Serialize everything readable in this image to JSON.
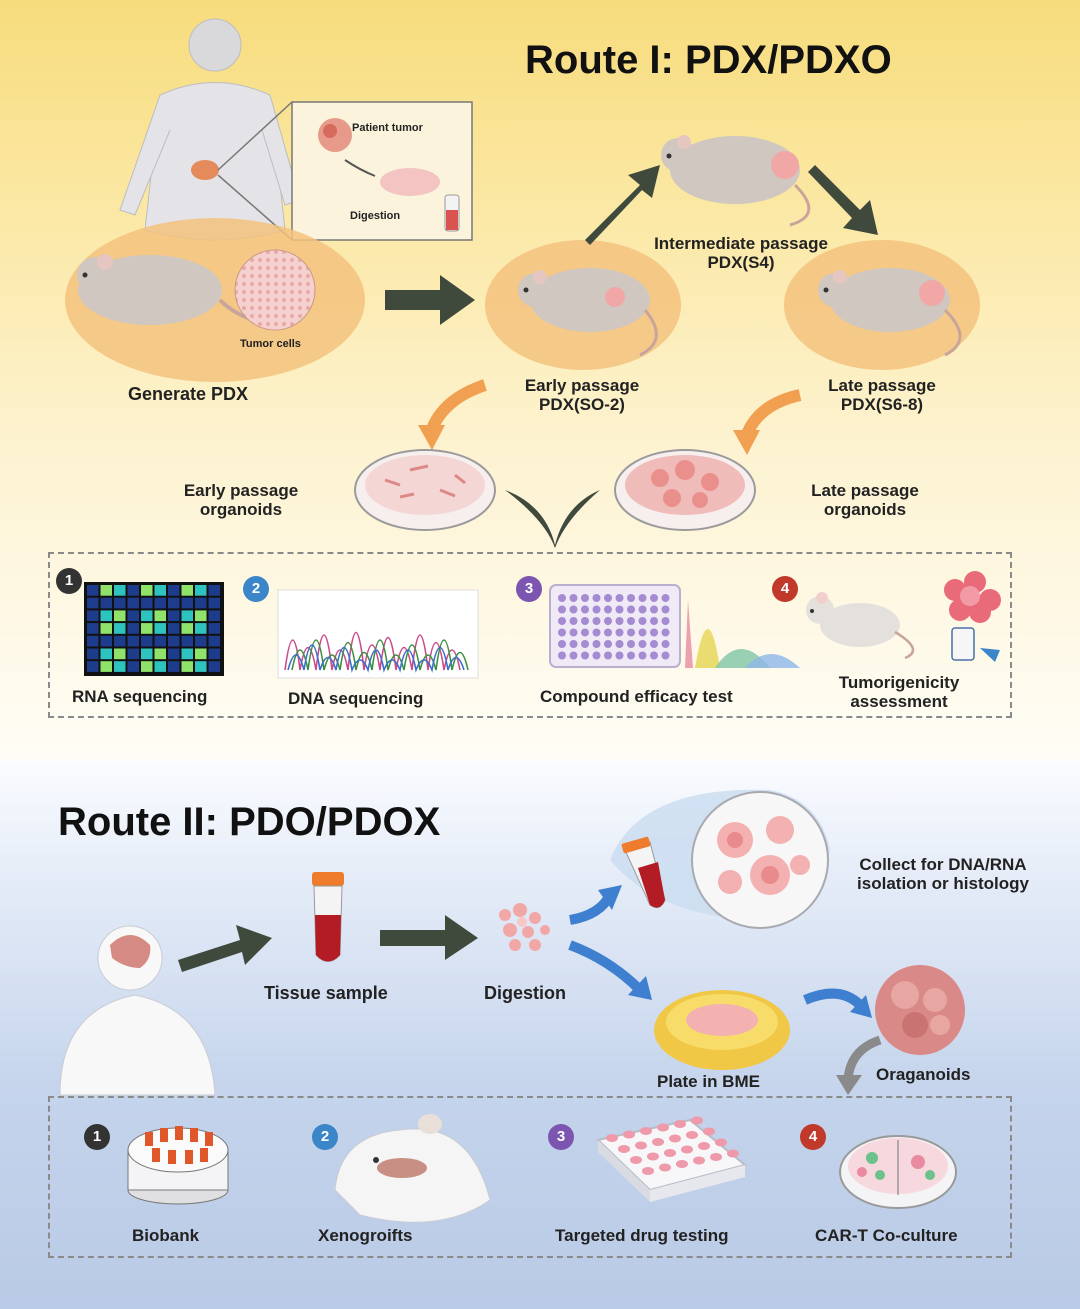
{
  "route1": {
    "title": "Route I: PDX/PDXO",
    "patient_tumor": "Patient tumor",
    "digestion": "Digestion",
    "tumor_cells": "Tumor cells",
    "generate_pdx": "Generate PDX",
    "intermediate": [
      "Intermediate passage",
      "PDX(S4)"
    ],
    "early": [
      "Early passage",
      "PDX(SO-2)"
    ],
    "late": [
      "Late passage",
      "PDX(S6-8)"
    ],
    "early_organoids": [
      "Early passage",
      "organoids"
    ],
    "late_organoids": [
      "Late passage",
      "organoids"
    ],
    "assays": [
      {
        "num": "1",
        "label": "RNA sequencing",
        "color": "#333333"
      },
      {
        "num": "2",
        "label": "DNA sequencing",
        "color": "#3a86c8"
      },
      {
        "num": "3",
        "label": "Compound efficacy test",
        "color": "#7b55b0"
      },
      {
        "num": "4",
        "label": [
          "Tumorigenicity",
          "assessment"
        ],
        "color": "#c0392b"
      }
    ]
  },
  "route2": {
    "title": "Route II: PDO/PDOX",
    "tissue_sample": "Tissue sample",
    "digestion": "Digestion",
    "collect": [
      "Collect for DNA/RNA",
      "isolation or histology"
    ],
    "plate": "Plate in BME",
    "organoids": "Oraganoids",
    "applications": [
      {
        "num": "1",
        "label": "Biobank",
        "color": "#333333"
      },
      {
        "num": "2",
        "label": "Xenogroifts",
        "color": "#3a86c8"
      },
      {
        "num": "3",
        "label": "Targeted drug testing",
        "color": "#7b55b0"
      },
      {
        "num": "4",
        "label": "CAR-T Co-culture",
        "color": "#c0392b"
      }
    ]
  },
  "colors": {
    "route1_bg": "#f7dc7c",
    "route2_bg": "#c5d4ec",
    "orange_arrow": "#f0a050",
    "blue_arrow": "#3f7fd0",
    "dark_arrow": "#3f4a3d",
    "mouse": "#cfc7c0",
    "tumor_pink": "#f2a7a7"
  }
}
